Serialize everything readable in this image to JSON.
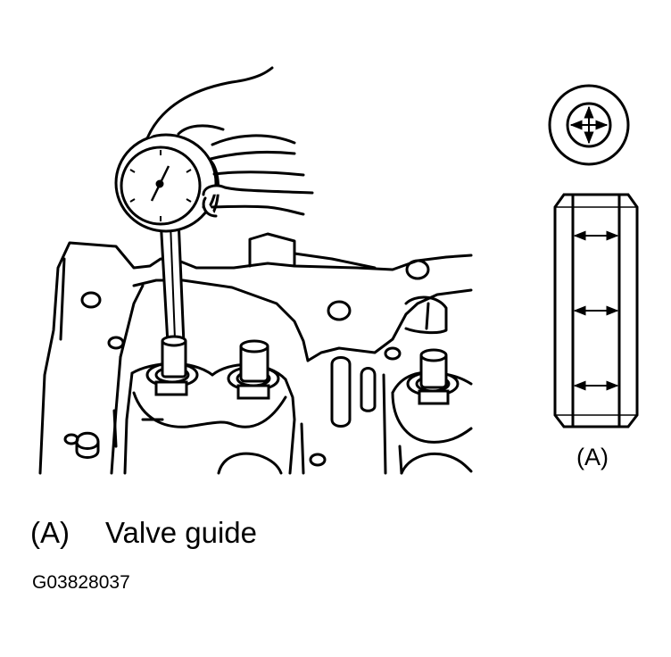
{
  "figure": {
    "side_view_label": "(A)",
    "legend": {
      "key": "(A)",
      "description": "Valve guide"
    },
    "figure_id": "G03828037"
  },
  "colors": {
    "line": "#000000",
    "background": "#ffffff"
  },
  "icons": {
    "gauge": "dial-bore-gauge-icon",
    "hand": "hand-icon",
    "cylinder-head": "cylinder-head-icon",
    "guide-top-view": "crosshair-circle-icon",
    "guide-side-view": "valve-guide-section-icon"
  }
}
